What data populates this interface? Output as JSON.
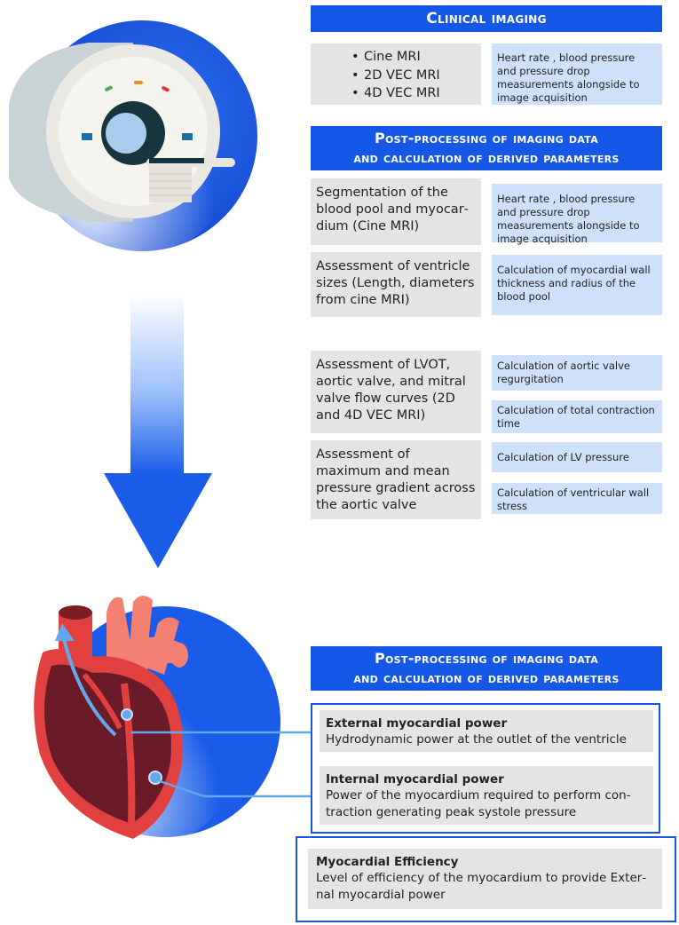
{
  "clinical": {
    "header": "Clinical imaging",
    "bullets": [
      "Cine MRI",
      "2D VEC MRI",
      "4D VEC MRI"
    ],
    "note": "Heart rate , blood pressure and pressure drop measurements alongside to image acquisition"
  },
  "postproc1": {
    "header_line1": "Post-processing of imaging data",
    "header_line2": "and calculation of derived parameters",
    "rows": [
      {
        "left": "Segmentation of the blood pool  and myocar­­dium (Cine MRI)",
        "right": "Heart rate , blood pressure and pressure drop measurements alongside to image acquisition"
      },
      {
        "left": "Assessment of ventricle sizes (Length, diameters from cine MRI)",
        "right": "Calculation of myocardial wall thickness and radius of the blood pool"
      }
    ],
    "lvot": "Assessment of LVOT, aortic valve, and mitral valve flow curves (2D and 4D VEC MRI)",
    "lvot_right": [
      "Calculation of aortic valve regurgi­tation",
      "Calculation of total contraction time"
    ],
    "gradient": "Assessment of maximum and mean pressure gra­dient across the aortic valve",
    "gradient_right": [
      "Calculation of LV pressure",
      "Calculation of ventricular wall stress"
    ]
  },
  "postproc2": {
    "header_line1": "Post-processing of imaging data",
    "header_line2": "and calculation of derived parameters",
    "items": [
      {
        "title": "External myocardial power",
        "desc": "Hydrodynamic power at the outlet of the ventricle"
      },
      {
        "title": "Internal myocardial power",
        "desc": "Power of the myocardium required to perform con­traction generating peak systole pressure"
      }
    ],
    "efficiency": {
      "title": "Myocardial Efficiency",
      "desc": "Level of efficiency of the myocardium to provide Exter­nal myocardial power"
    }
  },
  "colors": {
    "header_blue": "#1557e6",
    "light_blue": "#cfe0fb",
    "gray": "#e4e4e4"
  },
  "icons": [
    "mri-scanner-icon",
    "heart-icon",
    "down-arrow-icon"
  ]
}
